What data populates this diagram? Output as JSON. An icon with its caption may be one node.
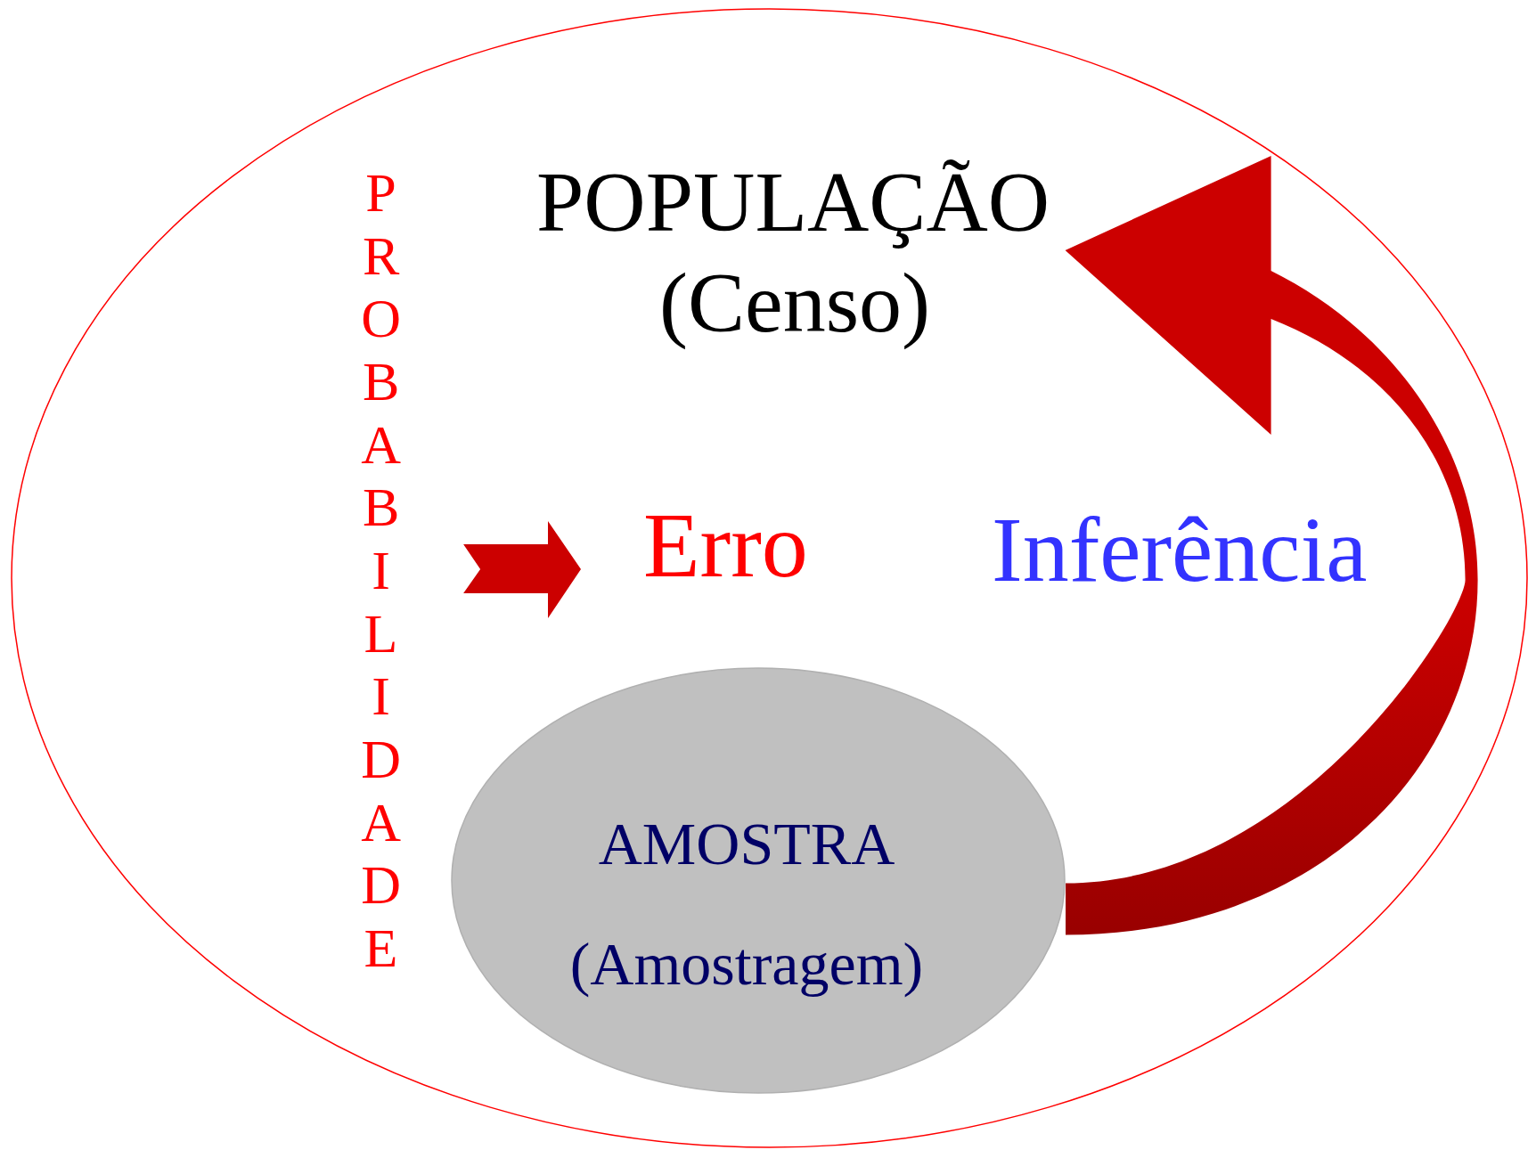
{
  "diagram": {
    "nodes": [
      {
        "text": [
          "POPULAÇÃO",
          "(Censo)"
        ]
      },
      {
        "text": [
          "AMOSTRA",
          "(Amostragem)"
        ],
        "in": 0
      },
      {
        "text": [
          "PROBABILIDADE"
        ],
        "in": 0
      },
      {
        "text": [
          "Erro"
        ],
        "in": 0
      }
    ],
    "edges": [
      {
        "from": 2,
        "to": 3,
        "arrow": "to",
        "style": "thick"
      },
      {
        "from": 1,
        "to": 0,
        "arrow": "to",
        "style": "thick",
        "label": "Inferência"
      }
    ]
  }
}
